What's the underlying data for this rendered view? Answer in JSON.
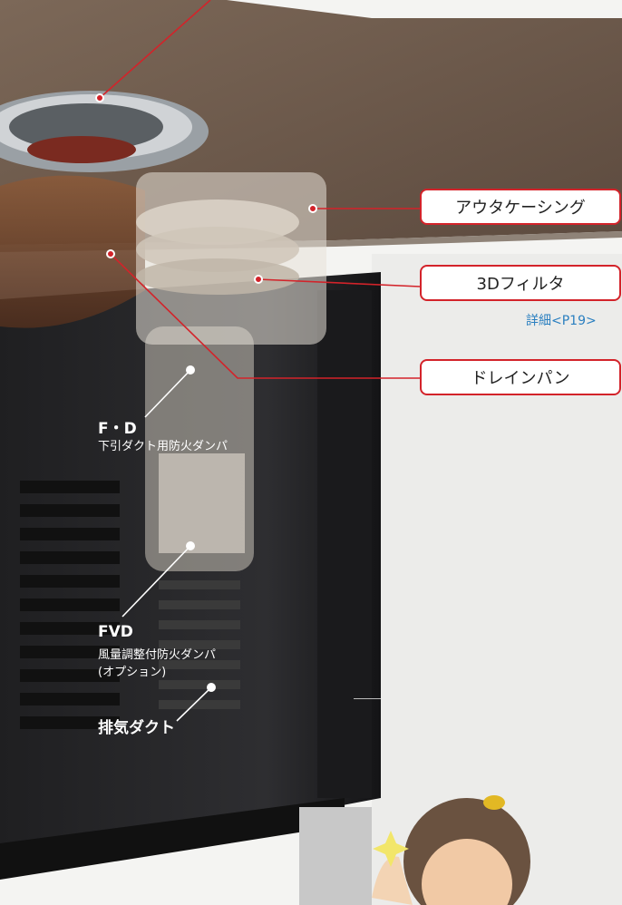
{
  "callouts": {
    "outer_casing": "アウタケーシング",
    "filter_3d": "3Dフィルタ",
    "filter_detail": "詳細<P19>",
    "drain_pan": "ドレインパン"
  },
  "labels": {
    "fd_title": "F・D",
    "fd_sub": "下引ダクト用防火ダンパ",
    "fvd_title": "FVD",
    "fvd_sub1": "風量調整付防火ダンパ",
    "fvd_sub2": "(オプション)",
    "exhaust": "排気ダクト"
  },
  "colors": {
    "accent_red": "#d3232a",
    "link_blue": "#2a7fc0",
    "tabletop": "#6a5648",
    "cabinet": "#2b2b2d"
  }
}
